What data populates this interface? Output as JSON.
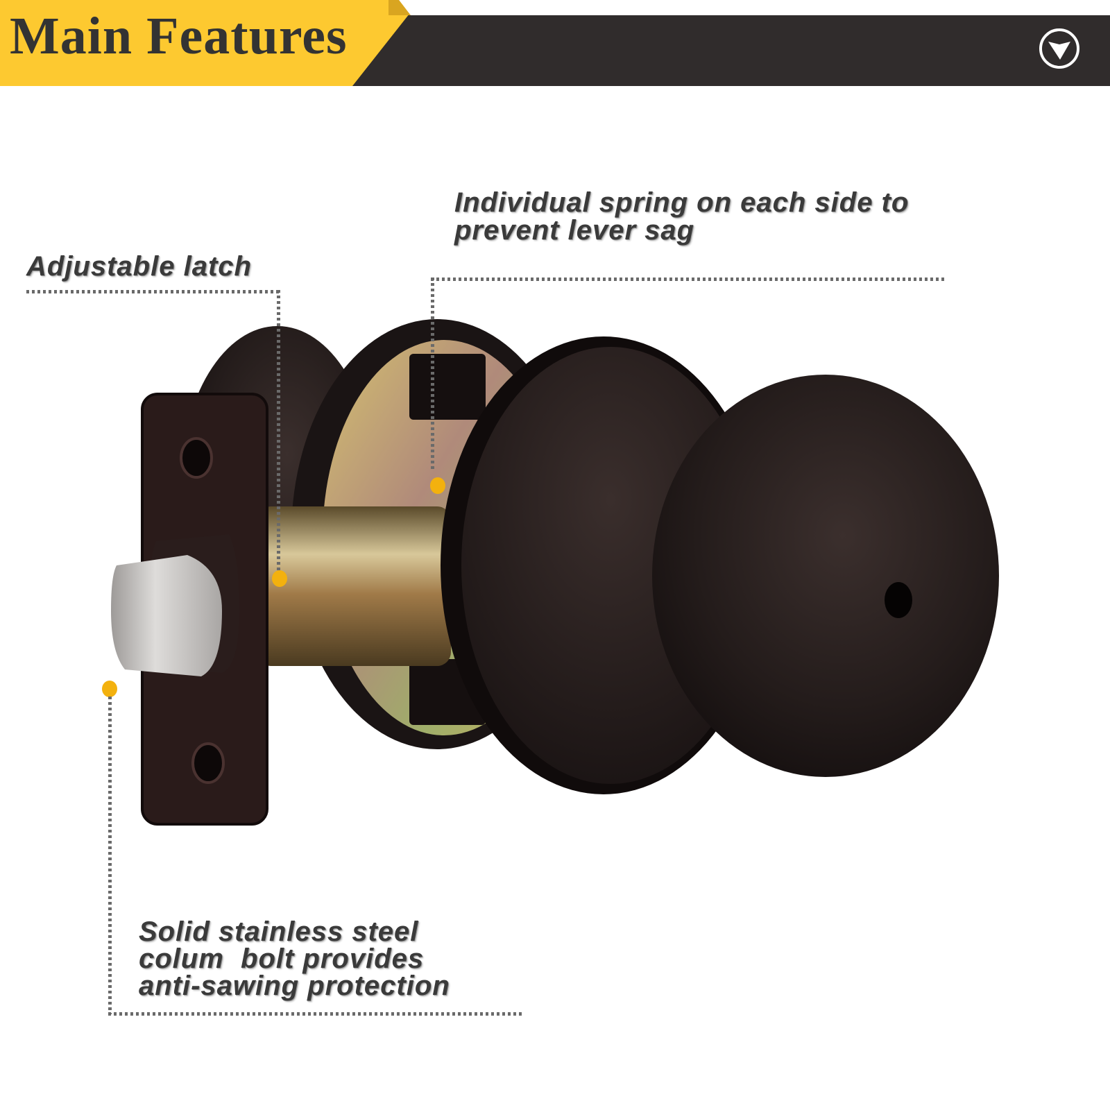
{
  "header": {
    "title": "Main Features",
    "accent_color": "#fdc930",
    "bar_color": "#302c2c",
    "action_icon": "chevron-down-circle-icon"
  },
  "callouts": [
    {
      "id": "spring",
      "lines": [
        "Individual spring on each side to",
        "prevent lever sag"
      ]
    },
    {
      "id": "latch",
      "lines": [
        "Adjustable latch"
      ]
    },
    {
      "id": "bolt",
      "lines": [
        "Solid stainless steel",
        "colum  bolt provides",
        "anti-sawing protection"
      ]
    }
  ],
  "marker_color": "#f3b10e",
  "product": {
    "image_label": "privacy door knob lock with latch, oil rubbed bronze finish",
    "finish_color": "#231b1a",
    "latch_bolt_color": "#c9c6c4",
    "spindle_color": "#b89a5a"
  }
}
